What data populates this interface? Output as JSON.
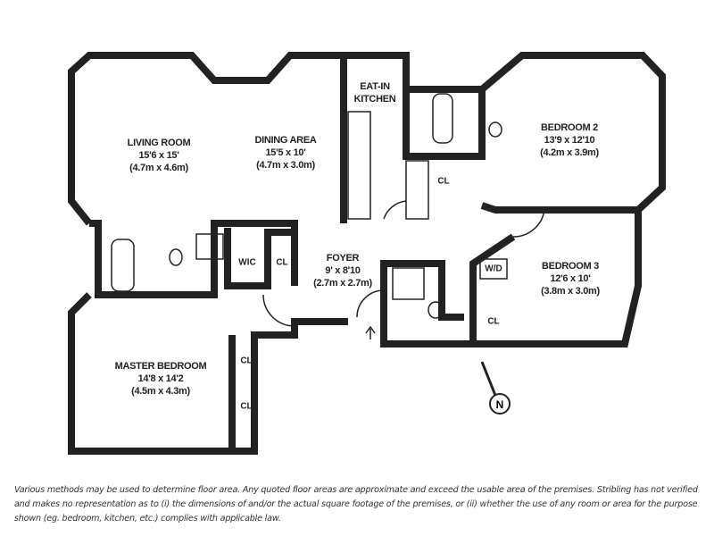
{
  "rooms": {
    "living": {
      "name": "LIVING ROOM",
      "ft": "15'6 x 15'",
      "m": "(4.7m x 4.6m)"
    },
    "dining": {
      "name": "DINING AREA",
      "ft": "15'5 x 10'",
      "m": "(4.7m x 3.0m)"
    },
    "kitchen": {
      "name": "EAT-IN",
      "name2": "KITCHEN"
    },
    "bedroom2": {
      "name": "BEDROOM 2",
      "ft": "13'9 x 12'10",
      "m": "(4.2m x 3.9m)"
    },
    "bedroom3": {
      "name": "BEDROOM 3",
      "ft": "12'6 x 10'",
      "m": "(3.8m x 3.0m)"
    },
    "foyer": {
      "name": "FOYER",
      "ft": "9' x 8'10",
      "m": "(2.7m x 2.7m)"
    },
    "master": {
      "name": "MASTER BEDROOM",
      "ft": "14'8 x 14'2",
      "m": "(4.5m x 4.3m)"
    }
  },
  "closets": {
    "wic": "WIC",
    "cl": "CL",
    "wd": "W/D"
  },
  "compass": "N",
  "disclaimer": "Various methods may be used to determine floor area. Any quoted floor areas are approximate and exceed the usable area of the premises. Stribling has not verified and makes no representation as to (i) the dimensions of and/or the actual square footage of the premises, or (ii) whether the use of any room or area for the purpose shown (eg. bedroom, kitchen, etc.) complies with applicable law."
}
